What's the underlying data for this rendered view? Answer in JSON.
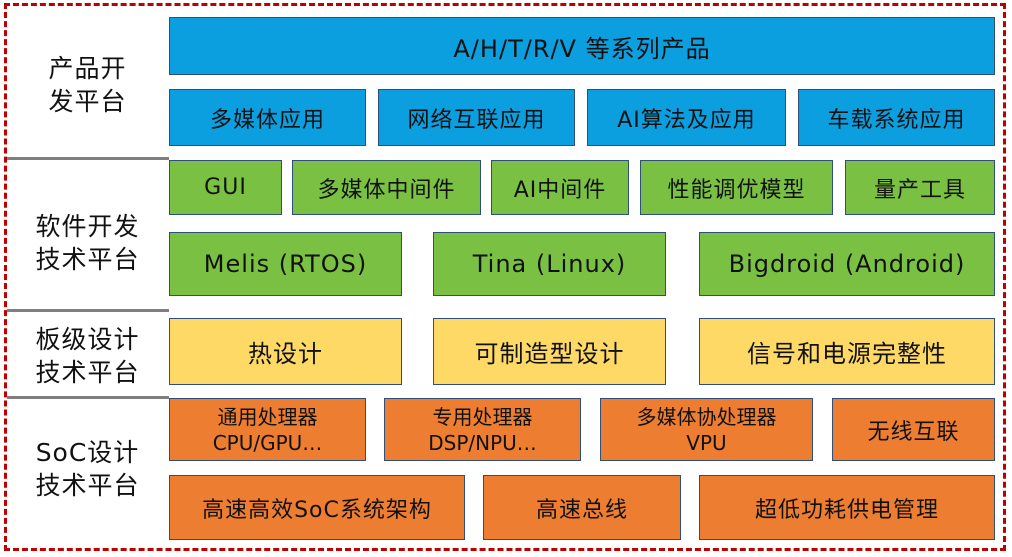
{
  "sections": [
    {
      "label_line1": "产品开",
      "label_line2": "发平台"
    },
    {
      "label_line1": "软件开发",
      "label_line2": "技术平台"
    },
    {
      "label_line1": "板级设计",
      "label_line2": "技术平台"
    },
    {
      "label_line1": "SoC设计",
      "label_line2": "技术平台"
    }
  ],
  "product": {
    "banner": "A/H/T/R/V 等系列产品",
    "apps": [
      "多媒体应用",
      "网络互联应用",
      "AI算法及应用",
      "车载系统应用"
    ]
  },
  "software": {
    "middleware": [
      "GUI",
      "多媒体中间件",
      "AI中间件",
      "性能调优模型",
      "量产工具"
    ],
    "os": [
      "Melis (RTOS)",
      "Tina (Linux)",
      "Bigdroid (Android)"
    ]
  },
  "board": {
    "items": [
      "热设计",
      "可制造型设计",
      "信号和电源完整性"
    ]
  },
  "soc": {
    "row1": [
      {
        "line1": "通用处理器",
        "line2": "CPU/GPU…"
      },
      {
        "line1": "专用处理器",
        "line2": "DSP/NPU…"
      },
      {
        "line1": "多媒体协处理器",
        "line2": "VPU"
      },
      {
        "line1": "无线互联",
        "line2": ""
      }
    ],
    "row2": [
      "高速高效SoC系统架构",
      "高速总线",
      "超低功耗供电管理"
    ]
  },
  "colors": {
    "frame": "#c00000",
    "product": "#0b9fe0",
    "software": "#7ac143",
    "board": "#ffd966",
    "soc": "#ed7d31"
  }
}
